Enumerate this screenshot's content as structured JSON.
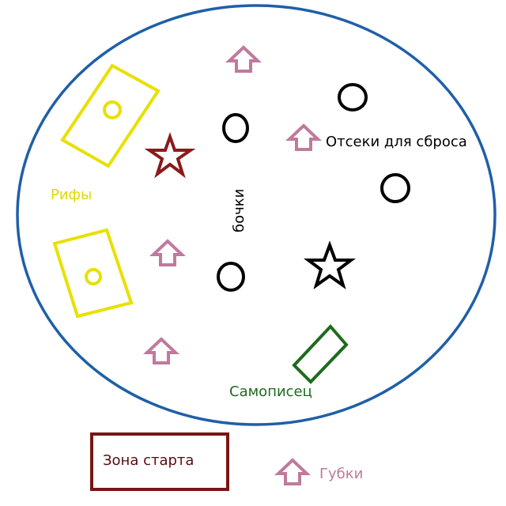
{
  "labels": {
    "drop_zones": "Отсеки для сброса",
    "reefs": "Рифы",
    "barrels": "бочки",
    "recorder": "Самописец",
    "start_zone": "Зона старта",
    "sponges": "Губки"
  },
  "colors": {
    "field": "#1f5fa8",
    "reef": "#e8e000",
    "sponge": "#c07a9c",
    "barrel": "#000000",
    "star_red": "#8b1a1a",
    "star_black": "#000000",
    "recorder": "#1e6b1e",
    "start_zone": "#7a1414"
  }
}
